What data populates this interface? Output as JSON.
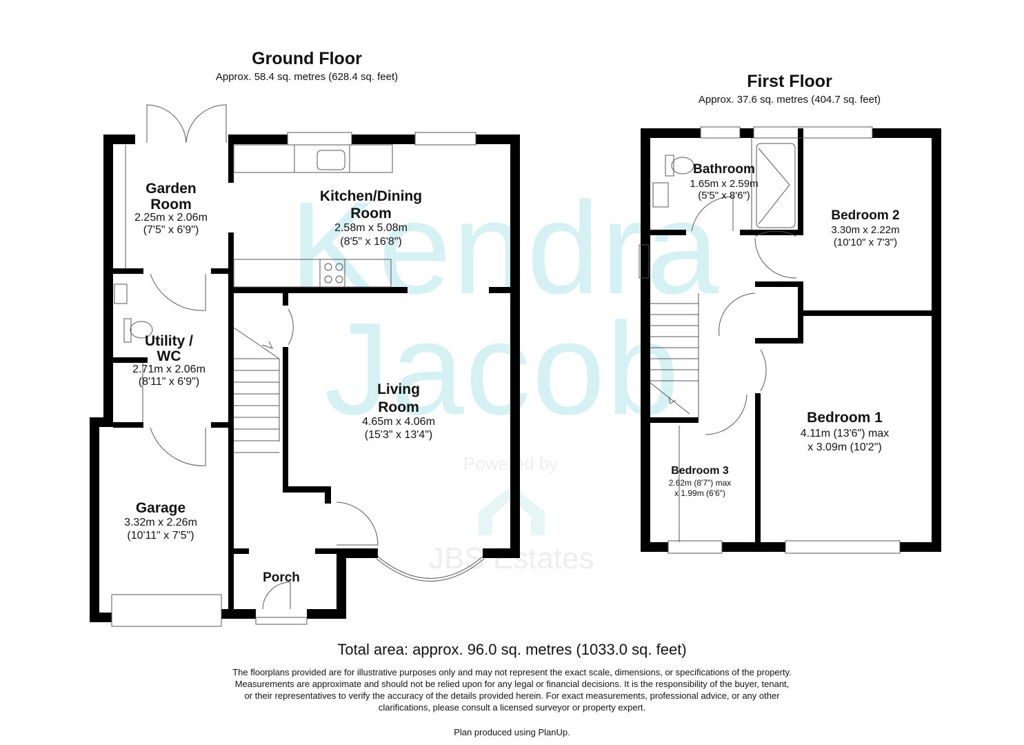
{
  "watermark": {
    "line1": "Kendra",
    "line2": "Jacob",
    "powered_by": "Powered by",
    "agent": "JBS Estates",
    "color": "#d6f1f3"
  },
  "ground_floor": {
    "title": "Ground Floor",
    "area": "Approx. 58.4 sq. metres (628.4 sq. feet)",
    "rooms": [
      {
        "name_l1": "Garden",
        "name_l2": "Room",
        "dim_m": "2.25m x 2.06m",
        "dim_ft": "(7'5\" x 6'9\")"
      },
      {
        "name_l1": "Kitchen/Dining",
        "name_l2": "Room",
        "dim_m": "2.58m x 5.08m",
        "dim_ft": "(8'5\" x 16'8\")"
      },
      {
        "name_l1": "Utility /",
        "name_l2": "WC",
        "dim_m": "2.71m x 2.06m",
        "dim_ft": "(8'11\" x 6'9\")"
      },
      {
        "name_l1": "Living",
        "name_l2": "Room",
        "dim_m": "4.65m x 4.06m",
        "dim_ft": "(15'3\" x 13'4\")"
      },
      {
        "name_l1": "Garage",
        "dim_m": "3.32m x 2.26m",
        "dim_ft": "(10'11\" x 7'5\")"
      },
      {
        "name_l1": "Porch"
      }
    ]
  },
  "first_floor": {
    "title": "First Floor",
    "area": "Approx. 37.6 sq. metres (404.7 sq. feet)",
    "rooms": [
      {
        "name_l1": "Bathroom",
        "dim_m": "1.65m x 2.59m",
        "dim_ft": "(5'5\" x 8'6\")"
      },
      {
        "name_l1": "Bedroom 2",
        "dim_m": "3.30m x 2.22m",
        "dim_ft": "(10'10\" x 7'3\")"
      },
      {
        "name_l1": "Bedroom 1",
        "dim_m": "4.11m (13'6\") max",
        "dim_ft": "x 3.09m (10'2\")"
      },
      {
        "name_l1": "Bedroom 3",
        "dim_m": "2.62m (8'7\") max",
        "dim_ft": "x 1.99m (6'6\")"
      }
    ]
  },
  "footer": {
    "total": "Total area: approx. 96.0 sq. metres (1033.0 sq. feet)",
    "disclaimer_lines": [
      "The floorplans provided are for illustrative purposes only and may not represent the exact scale, dimensions, or specifications of the property.",
      "Measurements are approximate and should not be relied upon for any legal or financial decisions. It is the responsibility of the buyer, tenant,",
      "or their representatives to verify the accuracy of the details provided herein.  For exact measurements, professional advice, or any other",
      "clarifications, please consult a licensed surveyor or property expert."
    ],
    "produced": "Plan produced using PlanUp."
  }
}
